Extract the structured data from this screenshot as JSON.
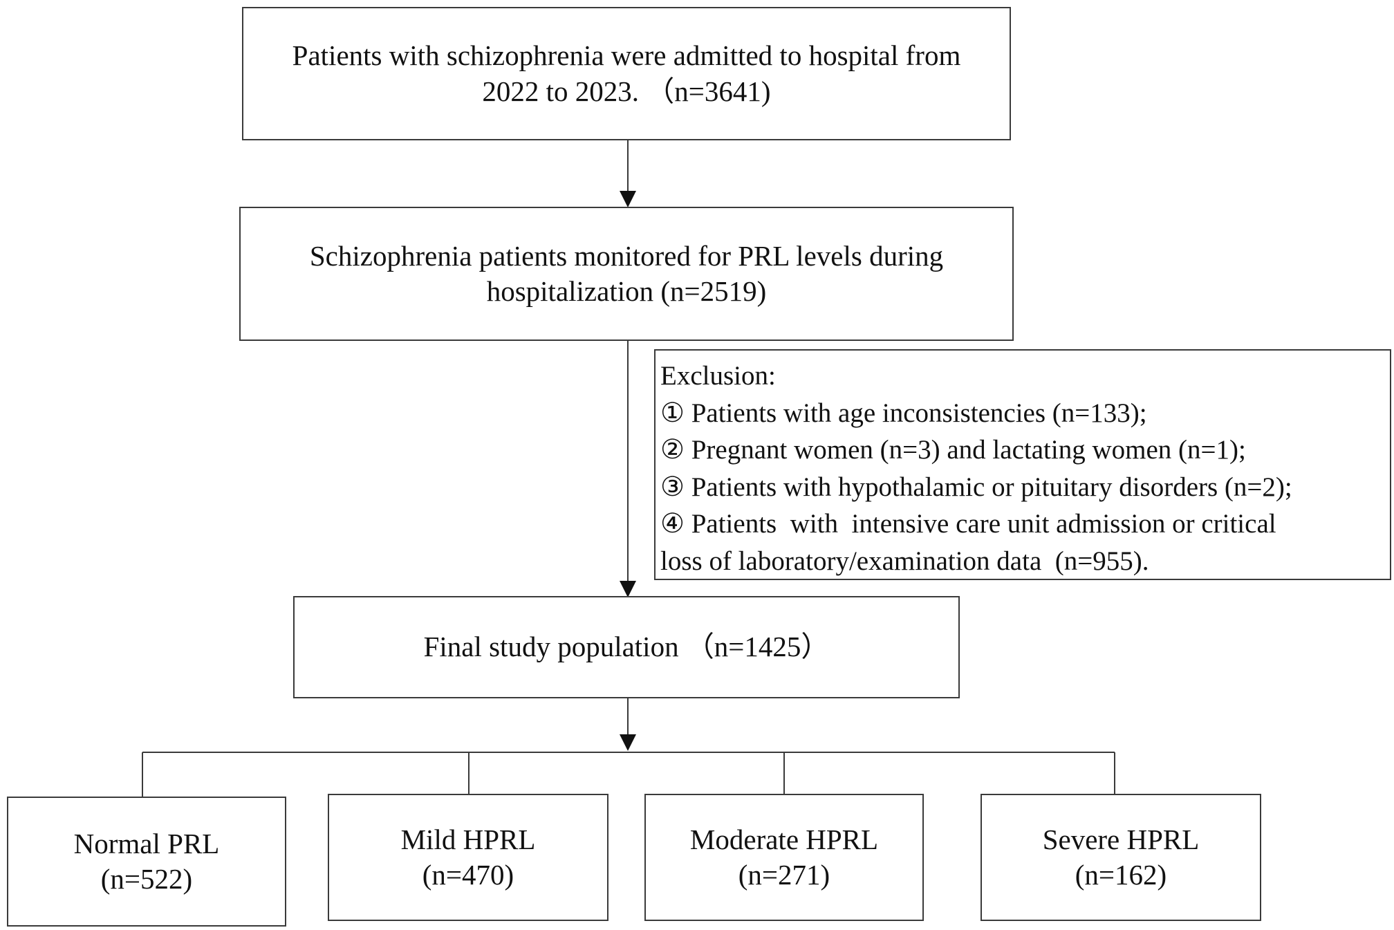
{
  "flowchart": {
    "stage1": [
      "Patients with schizophrenia were admitted to hospital from",
      "2022 to 2023. （n=3641)"
    ],
    "stage2": [
      "Schizophrenia patients monitored for PRL levels during",
      "hospitalization (n=2519)"
    ],
    "exclusion": [
      "Exclusion:",
      "① Patients with age inconsistencies (n=133);",
      "② Pregnant women (n=3) and lactating women (n=1);",
      "③ Patients with hypothalamic or pituitary disorders (n=2);",
      "④ Patients  with  intensive care unit admission or critical",
      "loss of laboratory/examination data  (n=955)."
    ],
    "stage3": "Final study population （n=1425）",
    "groups": [
      {
        "name": "Normal PRL",
        "n": "(n=522)"
      },
      {
        "name": "Mild HPRL",
        "n": "(n=470)"
      },
      {
        "name": "Moderate HPRL",
        "n": "(n=271)"
      },
      {
        "name": "Severe HPRL",
        "n": "(n=162)"
      }
    ]
  },
  "colors": {
    "line": "#3a3a3a",
    "text": "#111111",
    "background": "#ffffff"
  }
}
